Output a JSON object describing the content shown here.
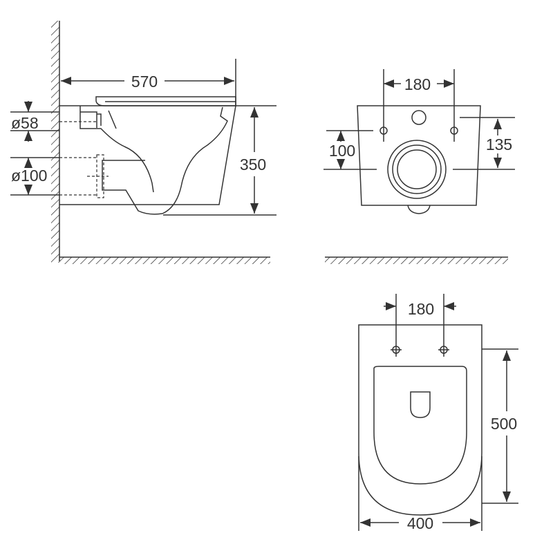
{
  "side_view": {
    "width": "570",
    "pipe_small": "ø58",
    "pipe_large": "ø100",
    "height": "350"
  },
  "front_view": {
    "hole_spacing": "180",
    "inlet_height": "100",
    "bolt_height": "135"
  },
  "top_view": {
    "hole_spacing": "180",
    "length": "500",
    "width": "400"
  }
}
